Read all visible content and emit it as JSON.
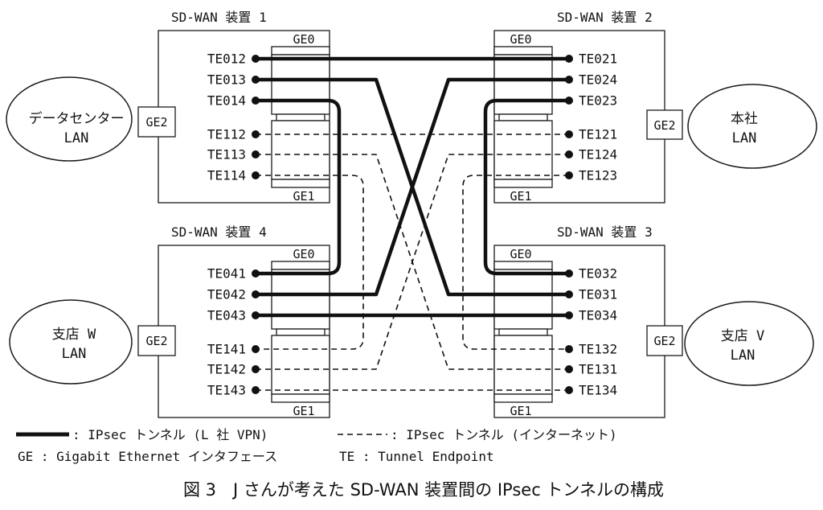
{
  "devices": {
    "d1": {
      "title": "SD-WAN 装置 1",
      "ge0": "GE0",
      "ge1": "GE1",
      "ge2": "GE2",
      "lan": {
        "name": "データセンター",
        "sub": "LAN"
      },
      "te_ge0": [
        "TE012",
        "TE013",
        "TE014"
      ],
      "te_ge1": [
        "TE112",
        "TE113",
        "TE114"
      ]
    },
    "d2": {
      "title": "SD-WAN 装置 2",
      "ge0": "GE0",
      "ge1": "GE1",
      "ge2": "GE2",
      "lan": {
        "name": "本社",
        "sub": "LAN"
      },
      "te_ge0": [
        "TE021",
        "TE024",
        "TE023"
      ],
      "te_ge1": [
        "TE121",
        "TE124",
        "TE123"
      ]
    },
    "d3": {
      "title": "SD-WAN 装置 3",
      "ge0": "GE0",
      "ge1": "GE1",
      "ge2": "GE2",
      "lan": {
        "name": "支店 V",
        "sub": "LAN"
      },
      "te_ge0": [
        "TE032",
        "TE031",
        "TE034"
      ],
      "te_ge1": [
        "TE132",
        "TE131",
        "TE134"
      ]
    },
    "d4": {
      "title": "SD-WAN 装置 4",
      "ge0": "GE0",
      "ge1": "GE1",
      "ge2": "GE2",
      "lan": {
        "name": "支店 W",
        "sub": "LAN"
      },
      "te_ge0": [
        "TE041",
        "TE042",
        "TE043"
      ],
      "te_ge1": [
        "TE141",
        "TE142",
        "TE143"
      ]
    }
  },
  "tunnels": [
    {
      "a": "TE012",
      "b": "TE021",
      "dashed": false
    },
    {
      "a": "TE013",
      "b": "TE031",
      "dashed": false
    },
    {
      "a": "TE014",
      "b": "TE041",
      "dashed": false
    },
    {
      "a": "TE024",
      "b": "TE042",
      "dashed": false
    },
    {
      "a": "TE023",
      "b": "TE032",
      "dashed": false
    },
    {
      "a": "TE043",
      "b": "TE034",
      "dashed": false
    },
    {
      "a": "TE112",
      "b": "TE121",
      "dashed": true
    },
    {
      "a": "TE113",
      "b": "TE131",
      "dashed": true
    },
    {
      "a": "TE114",
      "b": "TE141",
      "dashed": true
    },
    {
      "a": "TE124",
      "b": "TE142",
      "dashed": true
    },
    {
      "a": "TE123",
      "b": "TE132",
      "dashed": true
    },
    {
      "a": "TE143",
      "b": "TE134",
      "dashed": true
    }
  ],
  "legend": {
    "vpn": ": IPsec トンネル (L 社 VPN)",
    "internet": ": IPsec トンネル (インターネット)",
    "ge": "GE : Gigabit Ethernet インタフェース",
    "te": "TE : Tunnel Endpoint"
  },
  "caption": "図 3　J さんが考えた SD-WAN 装置間の IPsec トンネルの構成"
}
